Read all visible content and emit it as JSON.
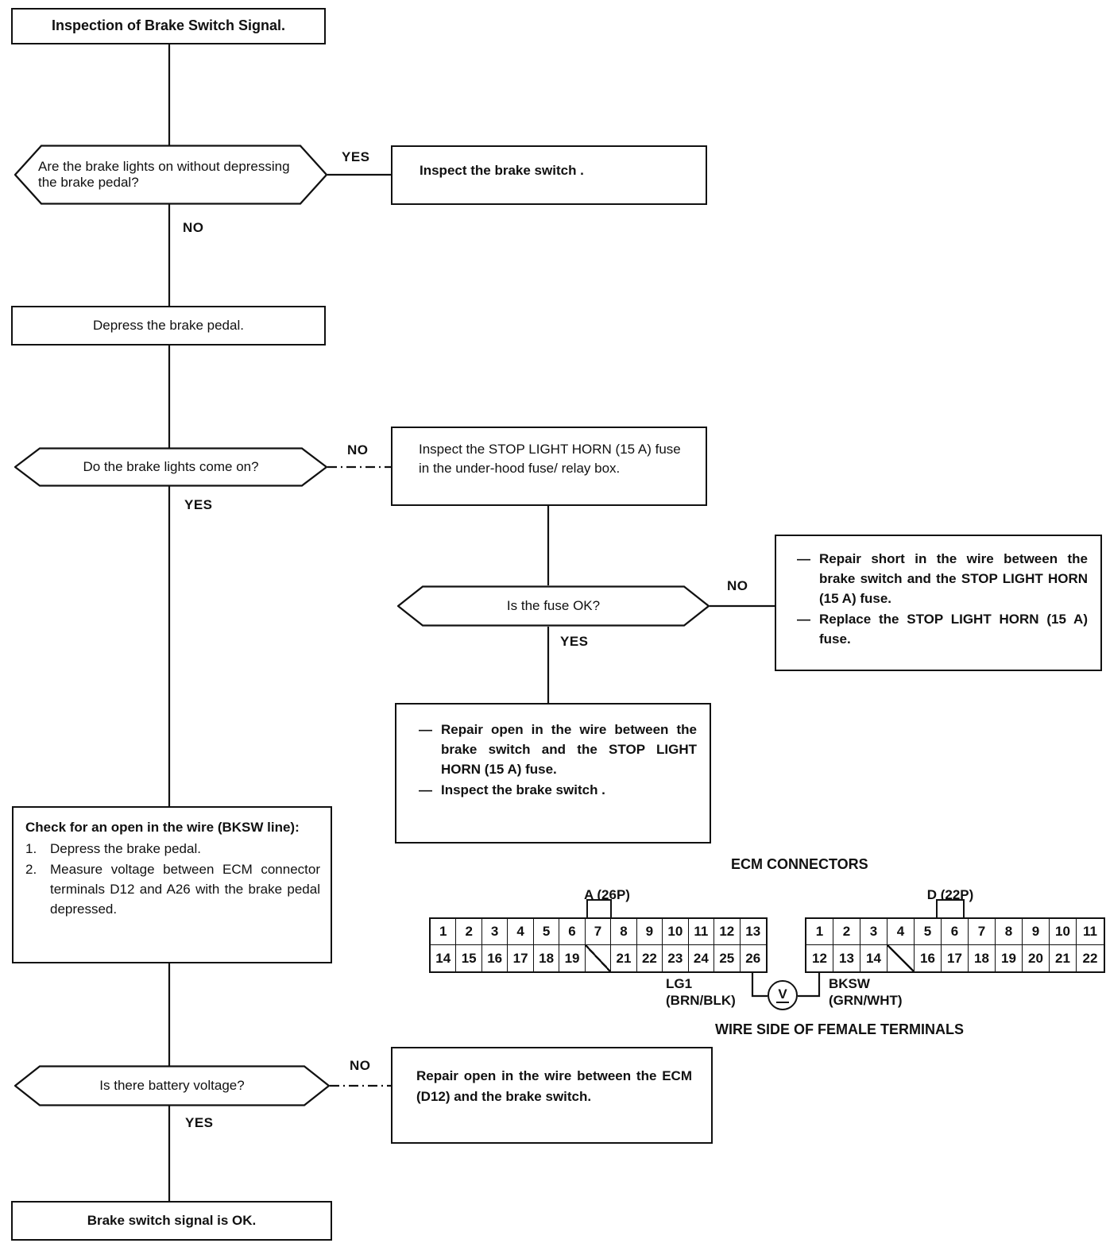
{
  "title": "Inspection of Brake Switch Signal.",
  "flow": {
    "yes": "YES",
    "no": "NO",
    "dash": "—",
    "q1": "Are the brake lights on without depressing the brake pedal?",
    "a1": "Inspect the brake switch .",
    "step1": "Depress the brake pedal.",
    "q2": "Do the brake lights come on?",
    "a2": "Inspect the STOP LIGHT HORN (15 A) fuse in the under-hood fuse/ relay box.",
    "q3": "Is the fuse OK?",
    "a3_items": [
      "Repair short in the wire between the brake switch and the STOP LIGHT HORN (15 A) fuse.",
      "Replace the STOP LIGHT HORN (15 A) fuse."
    ],
    "a4_items": [
      "Repair open in the wire between the brake switch and the STOP LIGHT HORN (15 A) fuse.",
      "Inspect the brake switch ."
    ],
    "check_header": "Check for an open in the wire (BKSW line):",
    "check_items": [
      {
        "num": "1.",
        "text": "Depress the brake pedal."
      },
      {
        "num": "2.",
        "text": "Measure voltage between ECM connector terminals D12 and A26 with the brake pedal depressed."
      }
    ],
    "q4": "Is there battery voltage?",
    "a5": "Repair open in the wire between the ECM (D12) and the brake switch.",
    "final": "Brake switch signal is OK."
  },
  "connectors": {
    "heading": "ECM CONNECTORS",
    "a_label": "A (26P)",
    "d_label": "D (22P)",
    "a_pins": [
      "1",
      "2",
      "3",
      "4",
      "5",
      "6",
      "7",
      "8",
      "9",
      "10",
      "11",
      "12",
      "13",
      "14",
      "15",
      "16",
      "17",
      "18",
      "19",
      "/",
      "21",
      "22",
      "23",
      "24",
      "25",
      "26"
    ],
    "d_pins": [
      "1",
      "2",
      "3",
      "4",
      "5",
      "6",
      "7",
      "8",
      "9",
      "10",
      "11",
      "12",
      "13",
      "14",
      "/",
      "16",
      "17",
      "18",
      "19",
      "20",
      "21",
      "22"
    ],
    "wire_left_name": "LG1",
    "wire_left_color": "(BRN/BLK)",
    "wire_right_name": "BKSW",
    "wire_right_color": "(GRN/WHT)",
    "meter_symbol": "V",
    "footer": "WIRE SIDE OF FEMALE TERMINALS"
  },
  "colors": {
    "ink": "#111111",
    "paper": "#ffffff"
  }
}
